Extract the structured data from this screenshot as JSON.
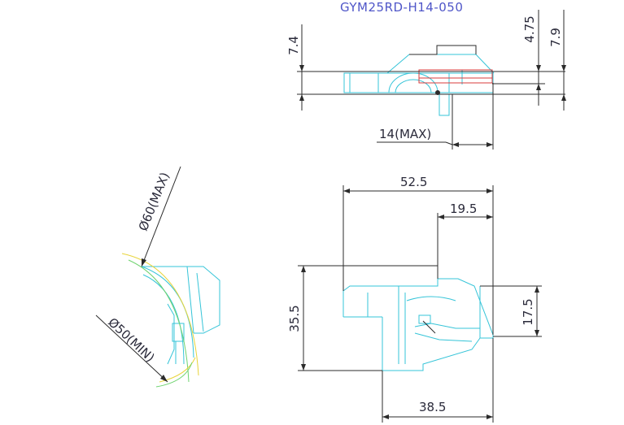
{
  "title": "GYM25RD-H14-050",
  "dimensions": {
    "top_left_height": "7.4",
    "top_right_height": "4.75",
    "top_right_total": "7.9",
    "max_extension": "14(MAX)",
    "overall_width": "52.5",
    "partial_width": "19.5",
    "overall_height": "35.5",
    "partial_height": "17.5",
    "bottom_width": "38.5",
    "outer_diameter": "Ø60(MAX)",
    "inner_diameter": "Ø50(MIN)"
  },
  "colors": {
    "outline": "#35c4d8",
    "dimension": "#2b2b2b",
    "highlight": "#d93b3b",
    "arc_yellow": "#e8d43a",
    "arc_green": "#6fd36f",
    "title": "#4f56c8"
  }
}
